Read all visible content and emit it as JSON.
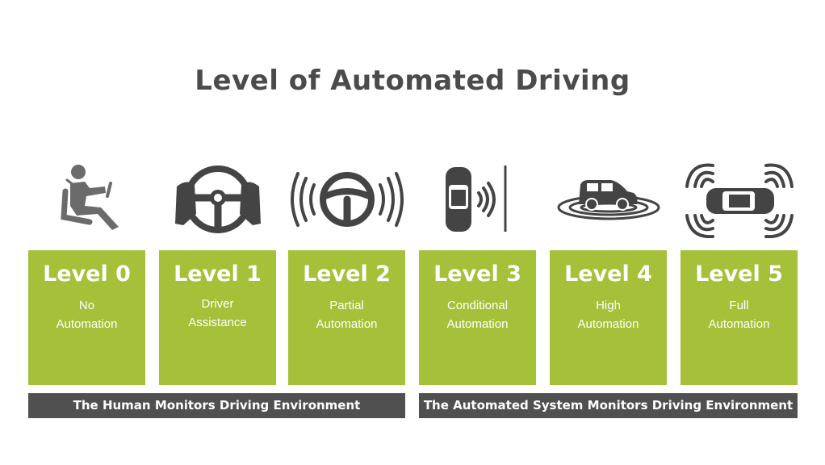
{
  "title": "Level of Automated Driving",
  "levels": [
    {
      "label": "Level 0",
      "line1": "No",
      "line2": "Automation",
      "icon": "seated-driver-icon"
    },
    {
      "label": "Level 1",
      "line1": "Driver",
      "line2": "Assistance",
      "icon": "hands-on-wheel-icon"
    },
    {
      "label": "Level 2",
      "line1": "Partial",
      "line2": "Automation",
      "icon": "wheel-with-signals-icon"
    },
    {
      "label": "Level 3",
      "line1": "Conditional",
      "line2": "Automation",
      "icon": "car-sensor-wall-icon"
    },
    {
      "label": "Level 4",
      "line1": "High",
      "line2": "Automation",
      "icon": "car-radar-rings-icon"
    },
    {
      "label": "Level 5",
      "line1": "Full",
      "line2": "Automation",
      "icon": "car-all-around-sensors-icon"
    }
  ],
  "groups": [
    {
      "label": "The Human Monitors Driving Environment"
    },
    {
      "label": "The Automated System Monitors Driving Environment"
    }
  ],
  "colors": {
    "green": "#a5c13a",
    "bar": "#505050",
    "icon": "#444444",
    "title": "#4b4b4b"
  }
}
